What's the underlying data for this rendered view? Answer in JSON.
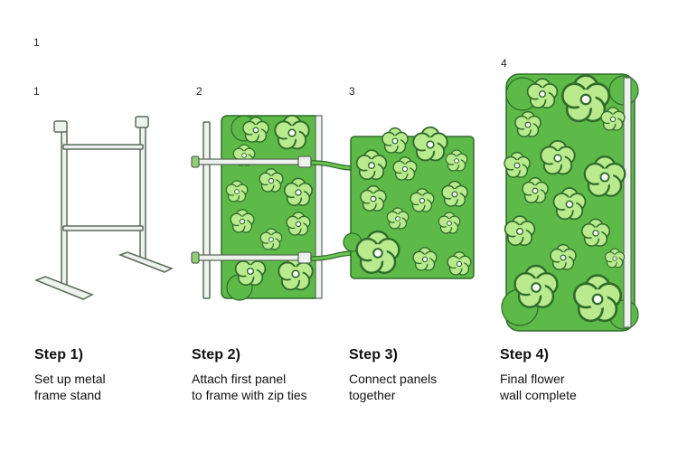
{
  "top_marker": "1",
  "colors": {
    "frame_stroke": "#5a6a5a",
    "frame_fill": "#eef2ee",
    "panel_fill": "#5dba48",
    "panel_dark": "#3f8f34",
    "flower_fill": "#b9ea8e",
    "flower_center": "#ffffff",
    "outline": "#2f6b2a"
  },
  "steps": [
    {
      "number": "1",
      "title": "Step 1)",
      "description": "Set up metal\nframe stand"
    },
    {
      "number": "2",
      "title": "Step 2)",
      "description": "Attach first panel\nto frame with zip ties"
    },
    {
      "number": "3",
      "title": "Step 3)",
      "description": "Connect panels\ntogether"
    },
    {
      "number": "4",
      "title": "Step 4)",
      "description": "Final flower\nwall complete"
    }
  ]
}
